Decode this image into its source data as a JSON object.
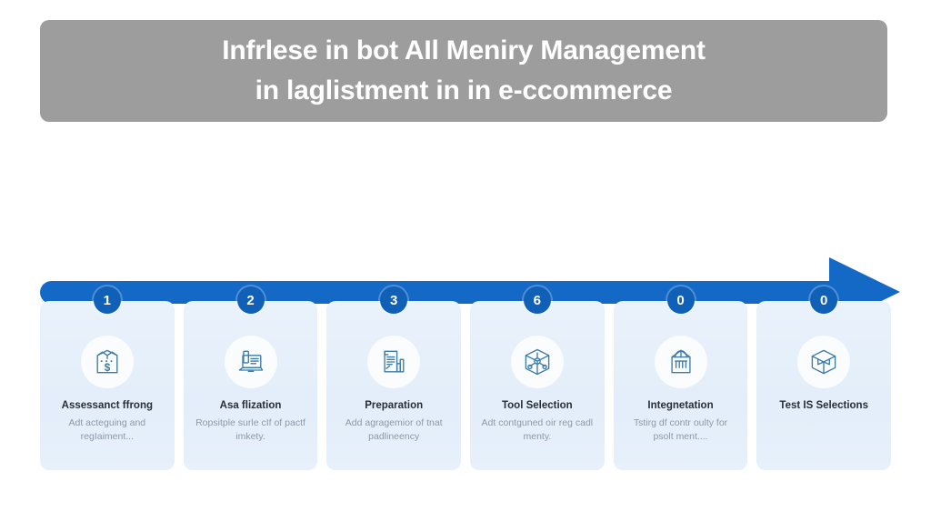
{
  "title": {
    "line1": "Infrlese in bot AIl Meniry Management",
    "line2": "in laglistment in in e-ccommerce",
    "banner_color": "#9d9d9d",
    "text_color": "#ffffff"
  },
  "arrow": {
    "name": "process-arrow",
    "color": "#1469c7",
    "direction": "right"
  },
  "accent_colors": {
    "badge": "#1160b8",
    "card_background": "#e6effa",
    "icon_stroke": "#3d7ba8",
    "title_text": "#2a2f36",
    "desc_text": "#8d99a6"
  },
  "steps": [
    {
      "badge": "1",
      "icon": "shopping-bag-dollar-icon",
      "title": "Assessanct ffrong",
      "desc": "Adt acteguing and regIaiment..."
    },
    {
      "badge": "2",
      "icon": "laptop-document-icon",
      "title": "Asa flization",
      "desc": "Ropsitple surle cIf of pactf imkety."
    },
    {
      "badge": "3",
      "icon": "document-chart-icon",
      "title": "Preparation",
      "desc": "Add agragemior of tnat padlineency"
    },
    {
      "badge": "6",
      "icon": "cube-network-icon",
      "title": "Tool Selection",
      "desc": "Adt contguned oir reg cadl menty."
    },
    {
      "badge": "0",
      "icon": "shopping-bag-icon",
      "title": "Integnetation",
      "desc": "Tstirg df contr oulty for psolt ment...."
    },
    {
      "badge": "0",
      "icon": "open-box-icon",
      "title": "Test IS Selections",
      "desc": ""
    }
  ]
}
